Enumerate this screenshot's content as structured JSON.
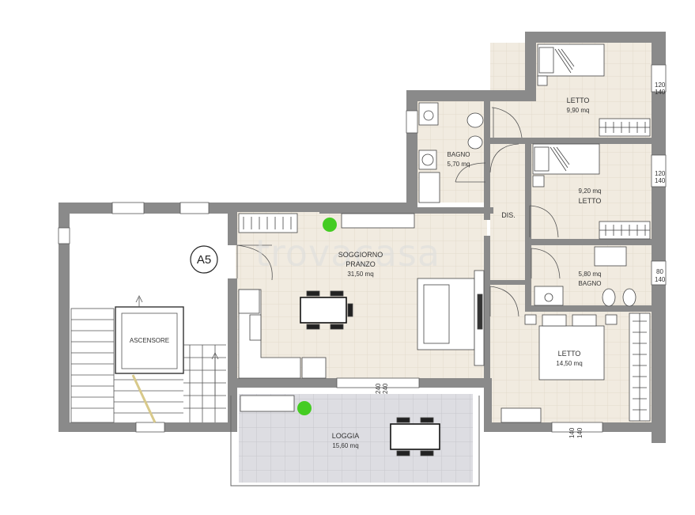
{
  "apartment_code": "A5",
  "watermark": "trovacasa",
  "colors": {
    "wall": "#8a8a8a",
    "floor": "#f1ebe0",
    "tile_grid": "#e2dbcd",
    "loggia": "#dddde2",
    "loggia_grid": "#c6c6cc",
    "plant": "#44cc22"
  },
  "rooms": {
    "letto1": {
      "name": "LETTO",
      "area": "9,90 mq"
    },
    "letto2": {
      "name": "LETTO",
      "area": "9,20 mq"
    },
    "letto3": {
      "name": "LETTO",
      "area": "14,50 mq"
    },
    "bagno1": {
      "name": "BAGNO",
      "area": "5,70 mq"
    },
    "bagno2": {
      "name": "BAGNO",
      "area": "5,80 mq"
    },
    "soggiorno": {
      "name": "SOGGIORNO",
      "name2": "PRANZO",
      "area": "31,50 mq"
    },
    "loggia": {
      "name": "LOGGIA",
      "area": "15,60 mq"
    },
    "dis": {
      "name": "DIS."
    },
    "ascensore": {
      "name": "ASCENSORE"
    }
  },
  "window_dims": {
    "w1_top": "120",
    "w1_bot": "140",
    "w2_top": "120",
    "w2_bot": "140",
    "w3_top": "80",
    "w3_bot": "140",
    "w4_a": "240",
    "w4_b": "240",
    "w5_a": "140",
    "w5_b": "140"
  }
}
